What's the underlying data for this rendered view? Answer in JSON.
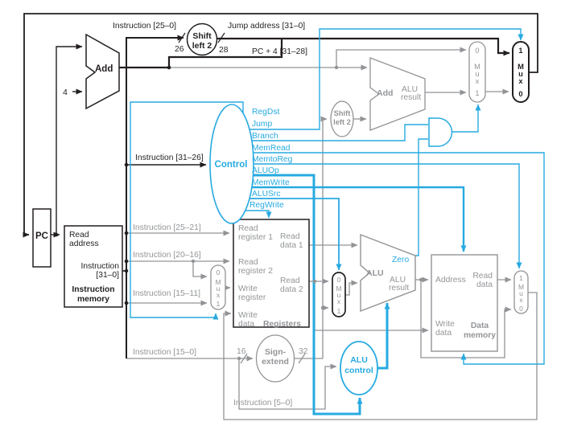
{
  "colors": {
    "accent_cyan": "#27aae1",
    "line_black": "#231f20",
    "line_gray": "#919396",
    "text_gray": "#939598"
  },
  "top": {
    "instruction_25_0": "Instruction [25–0]",
    "jump_address": "Jump address [31–0]",
    "width_26": "26",
    "width_28": "28",
    "pc_plus_4": "PC + 4 [31–28]",
    "add_label": "Add",
    "four": "4",
    "shift_l1": "Shift",
    "shift_l2": "left 2"
  },
  "pc": "PC",
  "instruction_memory": {
    "read_address_l1": "Read",
    "read_address_l2": "address",
    "instruction_l1": "Instruction",
    "instruction_l2": "[31–0]",
    "title_l1": "Instruction",
    "title_l2": "memory"
  },
  "control": {
    "name": "Control",
    "instruction_31_26": "Instruction [31–26]",
    "signals": {
      "regdst": "RegDst",
      "jump": "Jump",
      "branch": "Branch",
      "memread": "MemRead",
      "memtoreg": "MemtoReg",
      "aluop": "ALUOp",
      "memwrite": "MemWrite",
      "alusrc": "ALUSrc",
      "regwrite": "RegWrite"
    }
  },
  "fields": {
    "i25_21": "Instruction [25–21]",
    "i20_16": "Instruction [20–16]",
    "i15_11": "Instruction [15–11]",
    "i15_0": "Instruction [15–0]",
    "i5_0": "Instruction [5–0]"
  },
  "registers": {
    "read_reg1_l1": "Read",
    "read_reg1_l2": "register 1",
    "read_reg2_l1": "Read",
    "read_reg2_l2": "register 2",
    "write_reg_l1": "Write",
    "write_reg_l2": "register",
    "write_data_l1": "Write",
    "write_data_l2": "data",
    "read_data1_l1": "Read",
    "read_data1_l2": "data 1",
    "read_data2_l1": "Read",
    "read_data2_l2": "data 2",
    "title": "Registers"
  },
  "sign_extend": {
    "l1": "Sign-",
    "l2": "extend",
    "in_width": "16",
    "out_width": "32"
  },
  "shift2_gray": {
    "l1": "Shift",
    "l2": "left 2"
  },
  "branch_adder": {
    "add": "Add",
    "result_l1": "ALU",
    "result_l2": "result"
  },
  "alu": {
    "name": "ALU",
    "zero": "Zero",
    "result_l1": "ALU",
    "result_l2": "result"
  },
  "alu_control": {
    "l1": "ALU",
    "l2": "control"
  },
  "data_memory": {
    "address": "Address",
    "read_data_l1": "Read",
    "read_data_l2": "data",
    "write_data_l1": "Write",
    "write_data_l2": "data",
    "title_l1": "Data",
    "title_l2": "memory"
  },
  "muxes": {
    "m": "M",
    "u": "u",
    "x": "x",
    "zero": "0",
    "one": "1"
  }
}
